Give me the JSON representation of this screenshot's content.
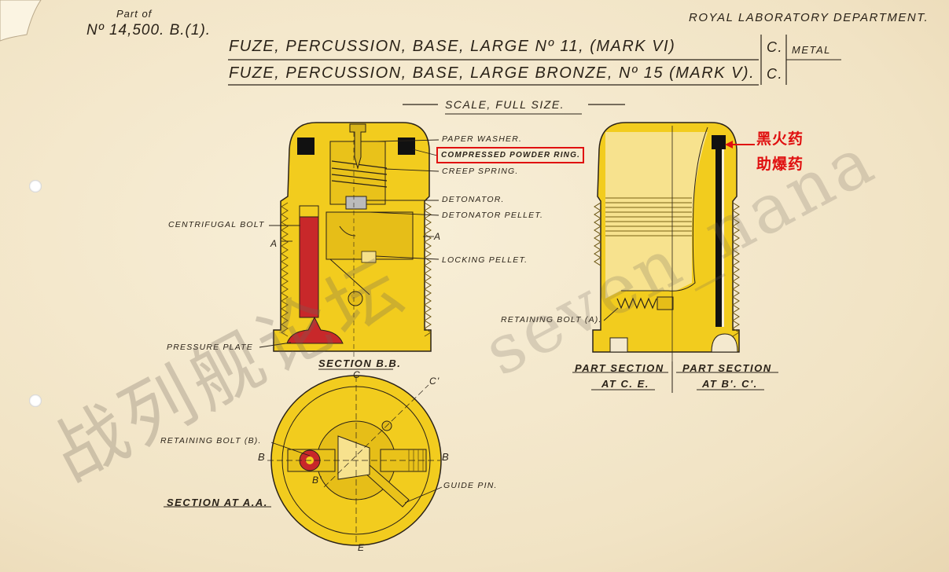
{
  "header": {
    "part_of": "Part of",
    "doc_number": "Nº 14,500. B.(1).",
    "department": "ROYAL LABORATORY DEPARTMENT."
  },
  "titles": {
    "line1": "FUZE, PERCUSSION, BASE, LARGE Nº 11, (MARK VI)",
    "line2": "FUZE, PERCUSSION, BASE, LARGE BRONZE, Nº 15 (MARK V).",
    "code1": "C.",
    "code2": "C.",
    "material": "METAL"
  },
  "scale": "SCALE, FULL SIZE.",
  "labels": {
    "paper_washer": "PAPER WASHER.",
    "compressed_powder_ring": "COMPRESSED POWDER RING.",
    "creep_spring": "CREEP SPRING.",
    "detonator": "DETONATOR.",
    "detonator_pellet": "DETONATOR PELLET.",
    "locking_pellet": "LOCKING PELLET.",
    "centrifugal_bolt": "CENTRIFUGAL BOLT",
    "pressure_plate": "PRESSURE PLATE",
    "retaining_bolt_a": "RETAINING BOLT (A).",
    "retaining_bolt_b": "RETAINING BOLT (B).",
    "guide_pin": "GUIDE PIN."
  },
  "section_marks": {
    "a_left": "A",
    "a_right": "A",
    "b_left": "B",
    "b_right": "B",
    "b_prime": "B'",
    "c_top": "C",
    "c_prime": "C'",
    "e_bottom": "E"
  },
  "captions": {
    "section_bb": "SECTION B.B.",
    "section_aa": "SECTION AT A.A.",
    "part_section_ce_1": "PART SECTION",
    "part_section_ce_2": "AT C. E.",
    "part_section_bc_1": "PART SECTION",
    "part_section_bc_2": "AT B'. C'."
  },
  "annotations": {
    "black_powder": "黑火药",
    "booster": "助爆药"
  },
  "colors": {
    "paper": "#f4e9cf",
    "fuze_yellow": "#f2cc1e",
    "bolt_red": "#c8282a",
    "ink": "#2a2218",
    "annotation_red": "#e01010"
  }
}
